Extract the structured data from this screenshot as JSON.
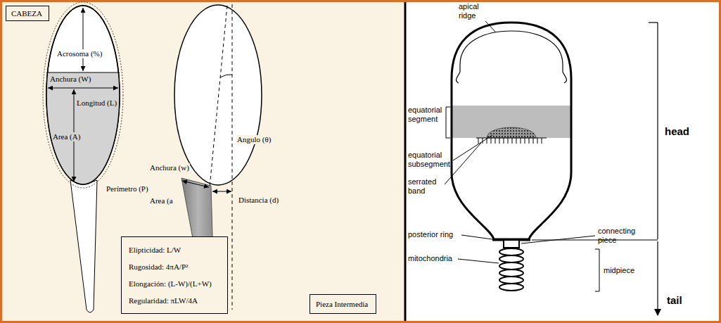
{
  "diagram": {
    "nodes": [
      {
        "text": [
          "CABEZA"
        ]
      },
      {
        "text": [
          "Elipticidad: L/W",
          "Rugosidad: 4πA/P²",
          "Elongación: (L-W)/(L+W)",
          "Regularidad: πLW/4A"
        ]
      },
      {
        "text": [
          "Pieza Intermedia"
        ]
      }
    ],
    "labels": [
      "Acrosoma (%)",
      "Anchura (W)",
      "Longitud (L)",
      "Area (A)",
      "Perímetro (P)",
      "Angulo (θ)",
      "Anchura (w)",
      "Distancia (d)",
      "Area (a",
      "apical ridge",
      "equatorial segment",
      "equatorial subsegment",
      "serrated band",
      "posterior ring",
      "connecting piece",
      "mitochondria",
      "midpiece",
      "head",
      "tail"
    ]
  }
}
